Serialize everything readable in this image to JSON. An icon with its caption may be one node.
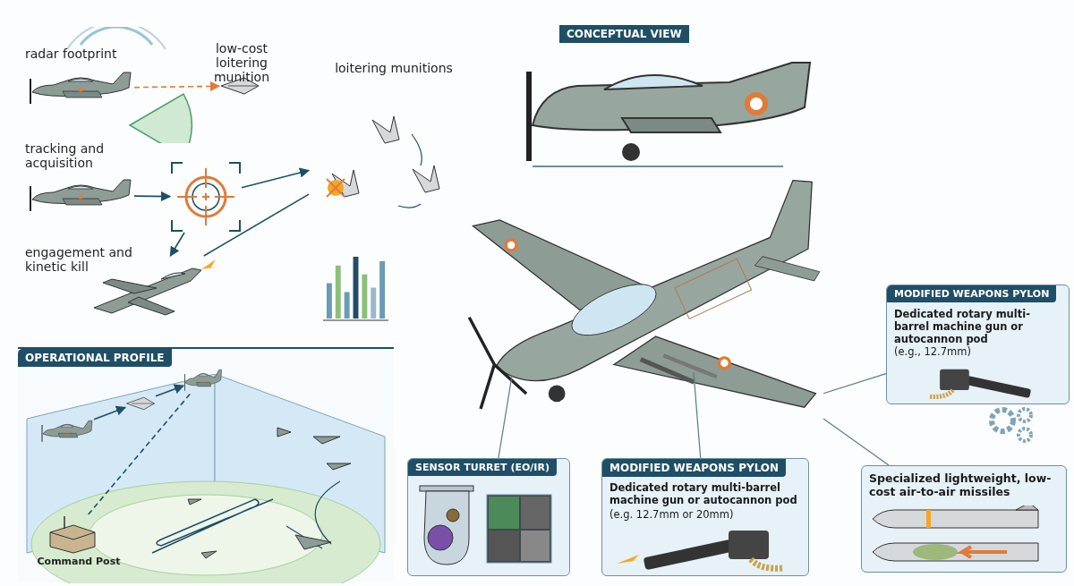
{
  "diagram": {
    "nodes": [
      {
        "text": [],
        "shape": "picture",
        "beside": [
          "radar footprint"
        ]
      },
      {
        "text": [],
        "shape": "picture",
        "beside": [
          "low-cost loitering munition"
        ]
      },
      {
        "text": [],
        "shape": "picture",
        "beside": [
          "tracking and acquisition"
        ]
      },
      {
        "text": [],
        "shape": "picture"
      },
      {
        "text": [],
        "shape": "picture",
        "beside": [
          "engagement and kinetic kill"
        ]
      },
      {
        "text": [],
        "shape": "picture",
        "beside": [
          "loitering munitions"
        ]
      },
      {
        "text": [],
        "shape": "picture"
      },
      {
        "text": [
          "SENSOR TURRET (EO/IR)"
        ]
      },
      {
        "text": [
          "MODIFIED WEAPONS PYLON",
          "Dedicated rotary multi-barrel machine gun or autocannon pod",
          "(e.g. 12.7mm or 20mm)"
        ]
      },
      {
        "text": [
          "MODIFIED WEAPONS PYLON",
          "Dedicated rotary multi-barrel machine gun or autocannon pod",
          "(e.g., 12.7mm)"
        ]
      },
      {
        "text": [
          "Specialized lightweight, low-cost air-to-air missiles"
        ]
      },
      {
        "text": [
          "OPERATIONAL PROFILE"
        ]
      },
      {
        "text": [],
        "shape": "picture",
        "beside": [
          "Command Post"
        ],
        "in": 11
      },
      {
        "text": [],
        "shape": "picture",
        "in": 11
      },
      {
        "text": [],
        "shape": "picture",
        "in": 11
      },
      {
        "text": [],
        "shape": "picture",
        "in": 11
      }
    ],
    "edges": [
      {
        "from": 0,
        "to": 1,
        "arrow": "to",
        "style": "dashed",
        "color": "#e07b39"
      },
      {
        "from": 2,
        "to": 3,
        "arrow": "to"
      },
      {
        "from": 3,
        "to": 5,
        "arrow": "to"
      },
      {
        "from": 3,
        "to": 4,
        "arrow": "to"
      },
      {
        "from": 4,
        "to": 5,
        "arrow": "none"
      },
      {
        "from": 7,
        "to": 6,
        "arrow": "none"
      },
      {
        "from": 8,
        "to": 6,
        "arrow": "none"
      },
      {
        "from": 9,
        "to": 6,
        "arrow": "none"
      },
      {
        "from": 10,
        "to": 6,
        "arrow": "none"
      },
      {
        "from": 12,
        "to": 13,
        "arrow": "none",
        "style": "dashed"
      },
      {
        "from": 14,
        "to": 15,
        "arrow": "to"
      },
      {
        "from": 15,
        "to": 13,
        "arrow": "to"
      }
    ],
    "labels": [
      "CONCEPTUAL VIEW"
    ]
  }
}
